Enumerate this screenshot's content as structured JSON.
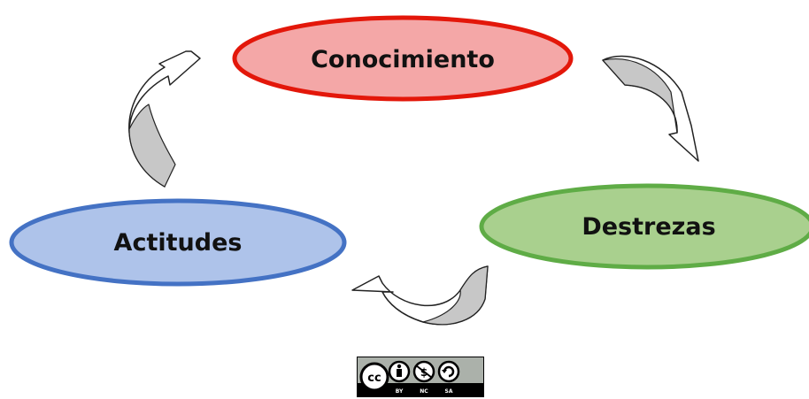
{
  "diagram": {
    "nodes": [
      {
        "id": "conocimiento",
        "label": "Conocimiento",
        "fill": "#f4a7a7",
        "stroke": "#e3170a"
      },
      {
        "id": "destrezas",
        "label": "Destrezas",
        "fill": "#a9d08e",
        "stroke": "#5fac46"
      },
      {
        "id": "actitudes",
        "label": "Actitudes",
        "fill": "#aec3ea",
        "stroke": "#4472c4"
      }
    ],
    "edges": [
      {
        "from": "conocimiento",
        "to": "destrezas"
      },
      {
        "from": "destrezas",
        "to": "actitudes"
      },
      {
        "from": "actitudes",
        "to": "conocimiento"
      }
    ],
    "arrow_fill": "#c7c7c7",
    "arrow_stroke": "#222222"
  },
  "license_badge": {
    "icon": "creative-commons-icon",
    "captions": [
      "BY",
      "NC",
      "SA"
    ]
  }
}
